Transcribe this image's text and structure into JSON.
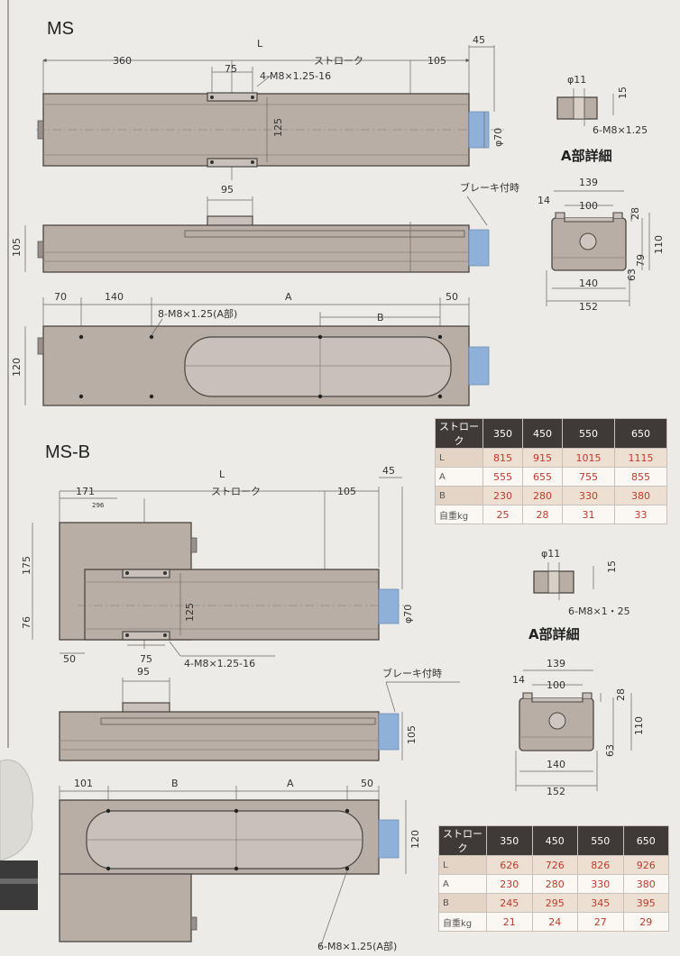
{
  "sections": {
    "ms": {
      "title": "MS",
      "detail_label": "A部詳細",
      "brake_label": "ブレーキ付時",
      "top_view": {
        "L": "L",
        "stroke": "ストローク",
        "d360": "360",
        "d105": "105",
        "d45": "45",
        "d75": "75",
        "bolt": "4-M8×1.25-16",
        "d125": "125",
        "phi70": "φ70"
      },
      "side_view": {
        "d95": "95",
        "d105": "105"
      },
      "bottom_view": {
        "d70": "70",
        "d140": "140",
        "A": "A",
        "d50": "50",
        "bolt": "8-M8×1.25(A部)",
        "B": "B",
        "d120": "120"
      },
      "detail": {
        "phi11": "φ11",
        "d15": "15",
        "bolt": "6-M8×1.25"
      },
      "end_view": {
        "d139": "139",
        "d14": "14",
        "d100": "100",
        "d28": "28",
        "d79": "79",
        "d110": "110",
        "d63": "63",
        "d140": "140",
        "d152": "152"
      }
    },
    "msb": {
      "title": "MS-B",
      "detail_label": "A部詳細",
      "brake_label": "ブレーキ付時",
      "top_view": {
        "L": "L",
        "stroke": "ストローク",
        "d171": "171",
        "d296": "296",
        "d105": "105",
        "d45": "45",
        "d175": "175",
        "d76": "76",
        "d125": "125",
        "phi70": "φ70",
        "d50": "50",
        "d75": "75",
        "bolt": "4-M8×1.25-16"
      },
      "side_view": {
        "d95": "95",
        "d105": "105"
      },
      "bottom_view": {
        "d101": "101",
        "B": "B",
        "A": "A",
        "d50": "50",
        "d120": "120",
        "bolt": "6-M8×1.25(A部)"
      },
      "detail": {
        "phi11": "φ11",
        "d15": "15",
        "bolt": "6-M8×1・25"
      },
      "end_view": {
        "d139": "139",
        "d14": "14",
        "d100": "100",
        "d28": "28",
        "d63": "63",
        "d110": "110",
        "d140": "140",
        "d152": "152"
      }
    }
  },
  "tables": {
    "ms": {
      "header": [
        "ストローク",
        "350",
        "450",
        "550",
        "650"
      ],
      "rows": [
        {
          "label": "L",
          "values": [
            "815",
            "915",
            "1015",
            "1115"
          ]
        },
        {
          "label": "A",
          "values": [
            "555",
            "655",
            "755",
            "855"
          ]
        },
        {
          "label": "B",
          "values": [
            "230",
            "280",
            "330",
            "380"
          ]
        },
        {
          "label": "自重kg",
          "values": [
            "25",
            "28",
            "31",
            "33"
          ]
        }
      ]
    },
    "msb": {
      "header": [
        "ストローク",
        "350",
        "450",
        "550",
        "650"
      ],
      "rows": [
        {
          "label": "L",
          "values": [
            "626",
            "726",
            "826",
            "926"
          ]
        },
        {
          "label": "A",
          "values": [
            "230",
            "280",
            "330",
            "380"
          ]
        },
        {
          "label": "B",
          "values": [
            "245",
            "295",
            "345",
            "395"
          ]
        },
        {
          "label": "自重kg",
          "values": [
            "21",
            "24",
            "27",
            "29"
          ]
        }
      ]
    }
  },
  "colors": {
    "body": "#b9aea6",
    "shaft": "#8fb0d8",
    "table_header": "#3f3a38",
    "table_value": "#c0392b"
  }
}
